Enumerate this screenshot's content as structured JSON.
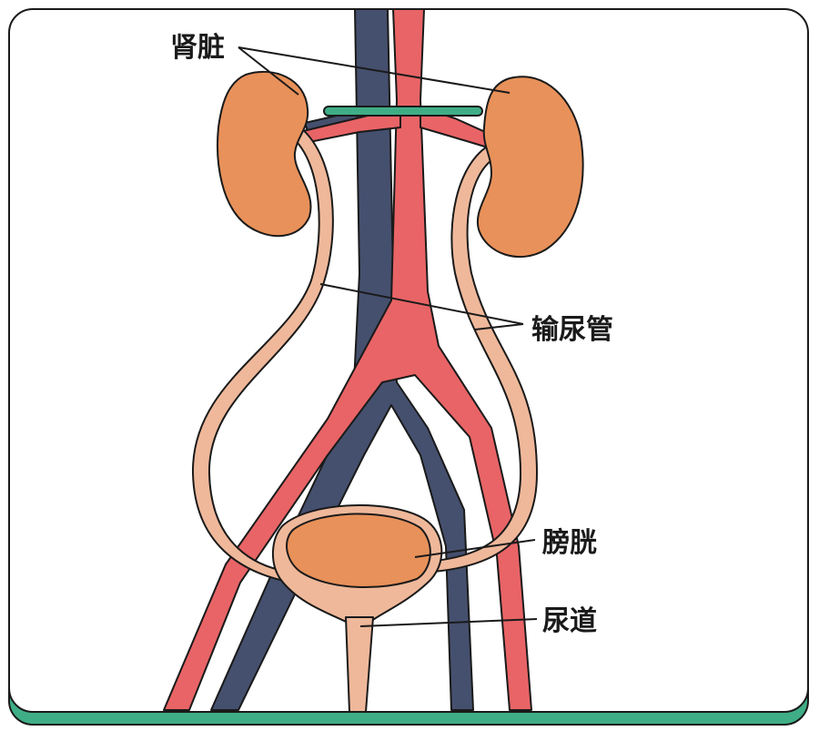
{
  "diagram": {
    "labels": {
      "kidney": "肾脏",
      "ureter": "输尿管",
      "bladder": "膀胱",
      "urethra": "尿道"
    },
    "colors": {
      "frame_border": "#1a1a1a",
      "frame_base": "#3fae86",
      "kidney_fill": "#e8915a",
      "ureter_fill": "#efb89a",
      "artery_fill": "#e96466",
      "vein_fill": "#45506e",
      "adrenal_bar": "#3fae86",
      "outline": "#1a1a1a"
    }
  }
}
